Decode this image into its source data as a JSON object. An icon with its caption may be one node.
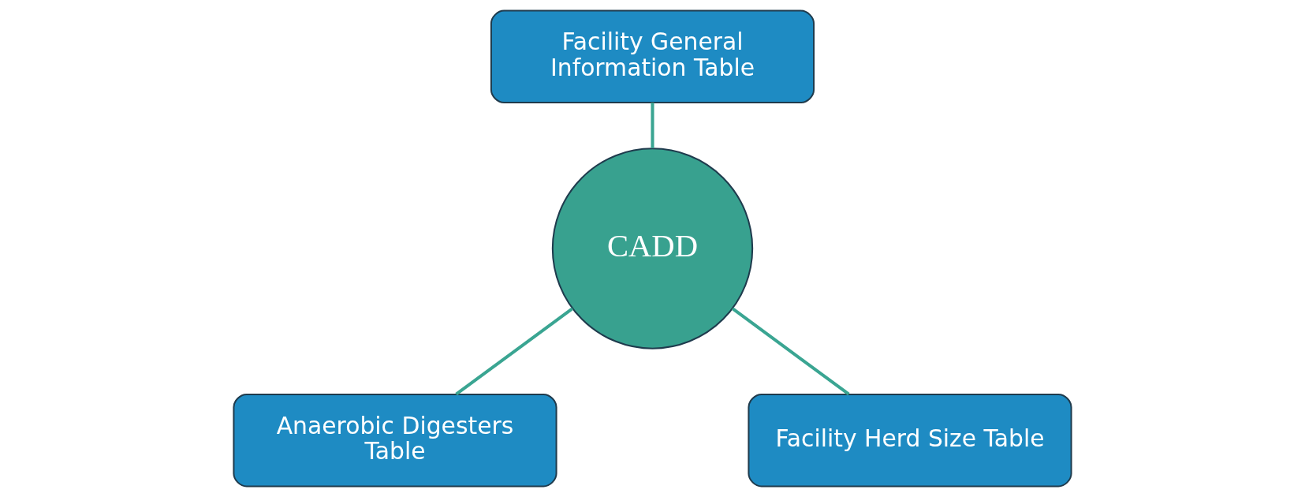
{
  "diagram": {
    "nodes": [
      {
        "text": [
          "Facility General Information Table"
        ]
      },
      {
        "text": [
          "CADD"
        ]
      },
      {
        "text": [
          "Anaerobic Digesters Table"
        ]
      },
      {
        "text": [
          "Facility Herd Size Table"
        ]
      }
    ],
    "edges": [
      {
        "from": 0,
        "to": 1,
        "arrow": "none"
      },
      {
        "from": 1,
        "to": 2,
        "arrow": "none"
      },
      {
        "from": 1,
        "to": 3,
        "arrow": "none"
      }
    ]
  }
}
